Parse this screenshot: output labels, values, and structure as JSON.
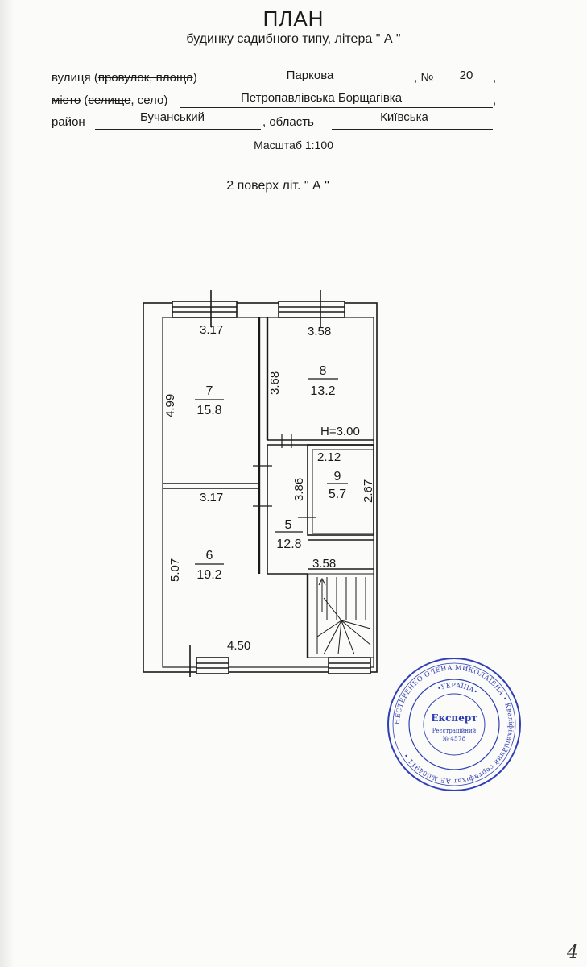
{
  "header": {
    "title": "ПЛАН",
    "subtitle": "будинку садибного типу, літера \" А \""
  },
  "address": {
    "street_label_prefix": "вулиця (",
    "street_label_struck": "провулок, площа",
    "street_label_suffix": ")",
    "street_value": "Паркова",
    "number_label": ", №",
    "number_value": "20",
    "number_suffix": ",",
    "city_label_struck1": "місто",
    "city_label_mid": " (",
    "city_label_struck2": "селище",
    "city_label_suffix": ", село)",
    "city_value": "Петропавлівська Борщагівка",
    "city_suffix": ",",
    "district_label": "район",
    "district_value": "Бучанський",
    "region_label": ", область",
    "region_value": "Київська"
  },
  "scale_text": "Масштаб 1:100",
  "floor_title": "2 поверх  літ.  \" А \"",
  "plan": {
    "ceiling_height": "H=3.00",
    "dimensions": {
      "room7_width": "3.17",
      "room7_length": "4.99",
      "room8_width": "3.58",
      "room8_length": "3.68",
      "room9_width": "2.12",
      "room9_length": "2.67",
      "room5_length": "3.86",
      "room6_width": "3.17",
      "room6_length": "5.07",
      "stair_width": "3.58",
      "bottom_width": "4.50"
    },
    "rooms": [
      {
        "number": "7",
        "area": "15.8"
      },
      {
        "number": "8",
        "area": "13.2"
      },
      {
        "number": "9",
        "area": "5.7"
      },
      {
        "number": "5",
        "area": "12.8"
      },
      {
        "number": "6",
        "area": "19.2"
      }
    ]
  },
  "seal": {
    "center_word": "Експерт",
    "country": "•УКРАЇНА•",
    "reg_label": "Реєстраційний",
    "reg_number": "№ 4578",
    "ring_text": "НЕСТЕРЕНКО ОЛЕНА МИКОЛАЇВНА • Кваліфікаційний сертифікат АЕ №004911 •"
  },
  "page_number": "4",
  "colors": {
    "ink": "#1a1a1a",
    "seal": "#2f3fb4"
  }
}
